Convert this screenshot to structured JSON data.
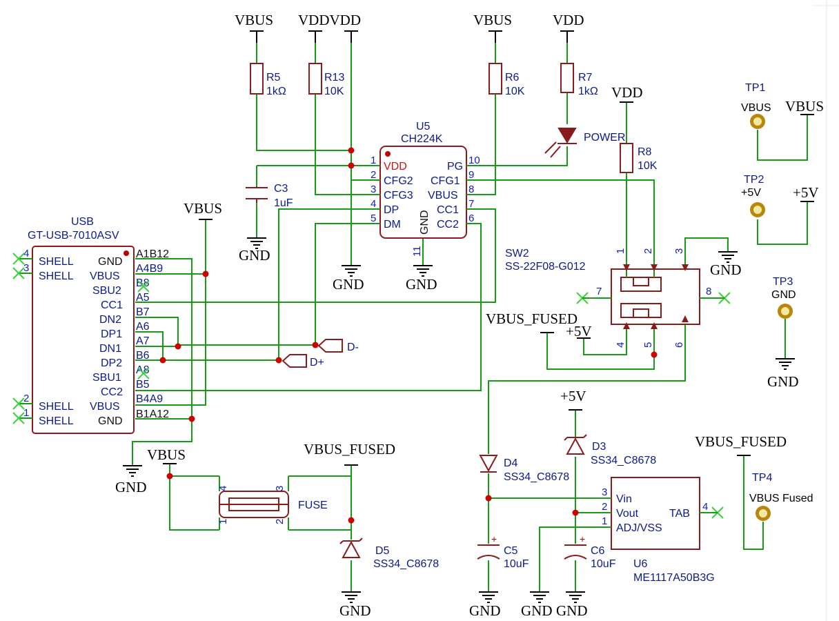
{
  "nets": {
    "vbus": "VBUS",
    "vdd": "VDD",
    "vddvdd": "VDDVDD",
    "gnd": "GND",
    "vbus_fused": "VBUS_FUSED",
    "p5v": "+5V"
  },
  "usb": {
    "title": "USB",
    "part": "GT-USB-7010ASV",
    "left_pins": [
      "SHELL",
      "SHELL",
      "VBUS",
      "SBU2",
      "CC1",
      "DN2",
      "DP1",
      "DN1",
      "DP2",
      "SBU1",
      "CC2",
      "SHELL",
      "VBUS",
      "SHELL"
    ],
    "right_pin_gnd_top": "GND",
    "right_pin_gnd_bot": "GND",
    "shell_nums": [
      "4",
      "3",
      "2",
      "1"
    ],
    "ext": [
      "A1B12",
      "A4B9",
      "B8",
      "A5",
      "B7",
      "A6",
      "A7",
      "B6",
      "A8",
      "B5",
      "B4A9",
      "B1A12"
    ]
  },
  "u5": {
    "ref": "U5",
    "part": "CH224K",
    "pins_left": [
      "VDD",
      "CFG2",
      "CFG3",
      "DP",
      "DM"
    ],
    "pins_right": [
      "PG",
      "CFG1",
      "VBUS",
      "CC1",
      "CC2"
    ],
    "nums_left": [
      "1",
      "2",
      "3",
      "4",
      "5"
    ],
    "nums_right": [
      "10",
      "9",
      "8",
      "7",
      "6"
    ],
    "gnd_pin": "GND",
    "gnd_num": "11"
  },
  "resistors": {
    "r5": {
      "ref": "R5",
      "val": "1kΩ"
    },
    "r13": {
      "ref": "R13",
      "val": "10K"
    },
    "r6": {
      "ref": "R6",
      "val": "10K"
    },
    "r7": {
      "ref": "R7",
      "val": "1kΩ"
    },
    "r8": {
      "ref": "R8",
      "val": "10K"
    }
  },
  "caps": {
    "c3": {
      "ref": "C3",
      "val": "1uF"
    },
    "c5": {
      "ref": "C5",
      "val": "10uF"
    },
    "c6": {
      "ref": "C6",
      "val": "10uF"
    }
  },
  "led": {
    "label": "POWER"
  },
  "sw2": {
    "ref": "SW2",
    "part": "SS-22F08-G012",
    "nums": [
      "1",
      "2",
      "3",
      "7",
      "8",
      "4",
      "5",
      "6"
    ]
  },
  "diodes": {
    "d3": {
      "ref": "D3",
      "part": "SS34_C8678"
    },
    "d4": {
      "ref": "D4",
      "part": "SS34_C8678"
    },
    "d5": {
      "ref": "D5",
      "part": "SS34_C8678"
    }
  },
  "fuse": {
    "label": "FUSE",
    "nums": [
      "4",
      "3",
      "1",
      "2"
    ]
  },
  "u6": {
    "ref": "U6",
    "part": "ME1117A50B3G",
    "pins": [
      "Vin",
      "Vout",
      "ADJ/VSS",
      "TAB"
    ],
    "nums": [
      "3",
      "2",
      "1",
      "4"
    ]
  },
  "testpoints": {
    "tp1": {
      "ref": "TP1",
      "label": "VBUS"
    },
    "tp2": {
      "ref": "TP2",
      "label": "+5V"
    },
    "tp3": {
      "ref": "TP3",
      "label": "GND"
    },
    "tp4": {
      "ref": "TP4",
      "label": "VBUS Fused"
    }
  },
  "flags": {
    "dminus": "D-",
    "dplus": "D+"
  }
}
